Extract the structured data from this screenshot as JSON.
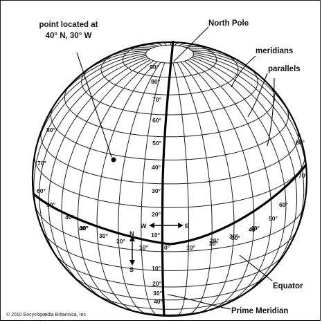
{
  "labels": {
    "point": [
      "point located at",
      "40° N, 30° W"
    ],
    "north_pole": "North Pole",
    "meridians": "meridians",
    "parallels": "parallels",
    "equator": "Equator",
    "prime_meridian": "Prime Meridian"
  },
  "copyright": "© 2010 Encyclopædia Britannica, Inc.",
  "latitude_labels": {
    "north_center": [
      "90°",
      "80°",
      "70°",
      "60°",
      "50°",
      "40°",
      "30°",
      "20°",
      "10°"
    ],
    "south_center": [
      "10°",
      "20°",
      "30°",
      "40°"
    ],
    "left_edge": [
      "80°",
      "70°",
      "60°",
      "50°",
      "40°",
      "30°"
    ],
    "right_edge": [
      "80°",
      "70°",
      "60°",
      "50°",
      "40°",
      "30°",
      "20°"
    ]
  },
  "longitude_labels": {
    "west": [
      "40°",
      "30°",
      "20°",
      "10°"
    ],
    "east": [
      "0°",
      "10°",
      "20°",
      "30°",
      "40°"
    ]
  },
  "compass": {
    "west": "W",
    "east": "E",
    "north": "N",
    "south": "S"
  }
}
